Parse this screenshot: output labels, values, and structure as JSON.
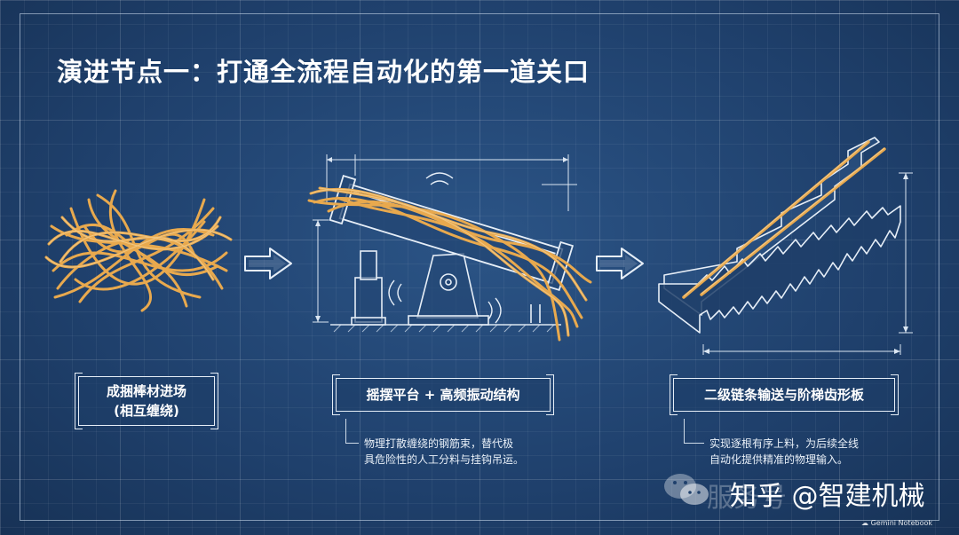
{
  "title": "演进节点一：打通全流程自动化的第一道关口",
  "stages": [
    {
      "label_line1": "成捆棒材进场",
      "label_line2": "(相互缠绕)"
    },
    {
      "label": "摇摆平台 + 高频振动结构",
      "note_line1": "物理打散缠绕的钢筋束，替代极",
      "note_line2": "具危险性的人工分料与挂钩吊运。"
    },
    {
      "label": "二级链条输送与阶梯齿形板",
      "note_line1": "实现逐根有序上料，为后续全线",
      "note_line2": "自动化提供精准的物理输入。"
    }
  ],
  "watermark": {
    "faded_text": "服务号",
    "text": "知乎 @智建机械"
  },
  "badge": "Gemini Notebook",
  "colors": {
    "background": "#1f3f6b",
    "rebar": "#e8a94e",
    "line": "#dbe6f2"
  }
}
